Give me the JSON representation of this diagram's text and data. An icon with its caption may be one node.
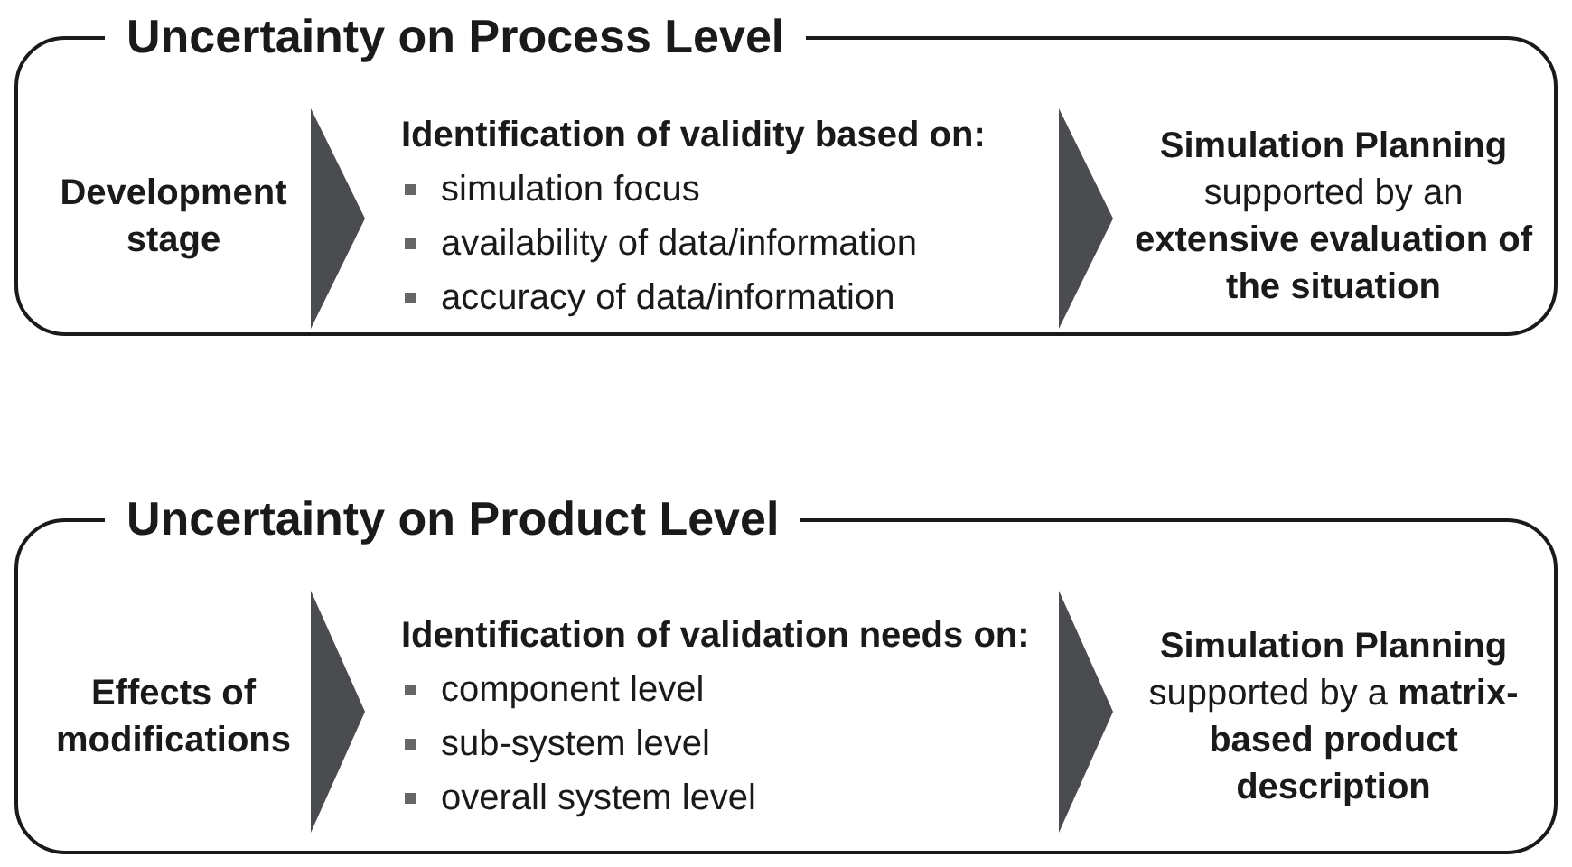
{
  "diagram": {
    "nodes": [
      {
        "text": [
          "Uncertainty on Process Level"
        ]
      },
      {
        "text": [
          "Development stage"
        ],
        "in": 0
      },
      {
        "text": [
          "Identification of validity based on:",
          "simulation focus",
          "availability of data/information",
          "accuracy of data/information"
        ],
        "in": 0
      },
      {
        "text": [
          "**Simulation Planning** supported by an **extensive evaluation of the situation**"
        ],
        "in": 0
      },
      {
        "text": [
          "Uncertainty on Product Level"
        ]
      },
      {
        "text": [
          "Effects of modifications"
        ],
        "in": 4
      },
      {
        "text": [
          "Identification of validation needs on:",
          "component level",
          "sub-system level",
          "overall system level"
        ],
        "in": 4
      },
      {
        "text": [
          "**Simulation Planning** supported by a **matrix-based product description**"
        ],
        "in": 4
      }
    ],
    "edges": [
      {
        "from": 1,
        "to": 2,
        "arrow": "to"
      },
      {
        "from": 2,
        "to": 3,
        "arrow": "to"
      },
      {
        "from": 5,
        "to": 6,
        "arrow": "to"
      },
      {
        "from": 6,
        "to": 7,
        "arrow": "to"
      }
    ]
  }
}
